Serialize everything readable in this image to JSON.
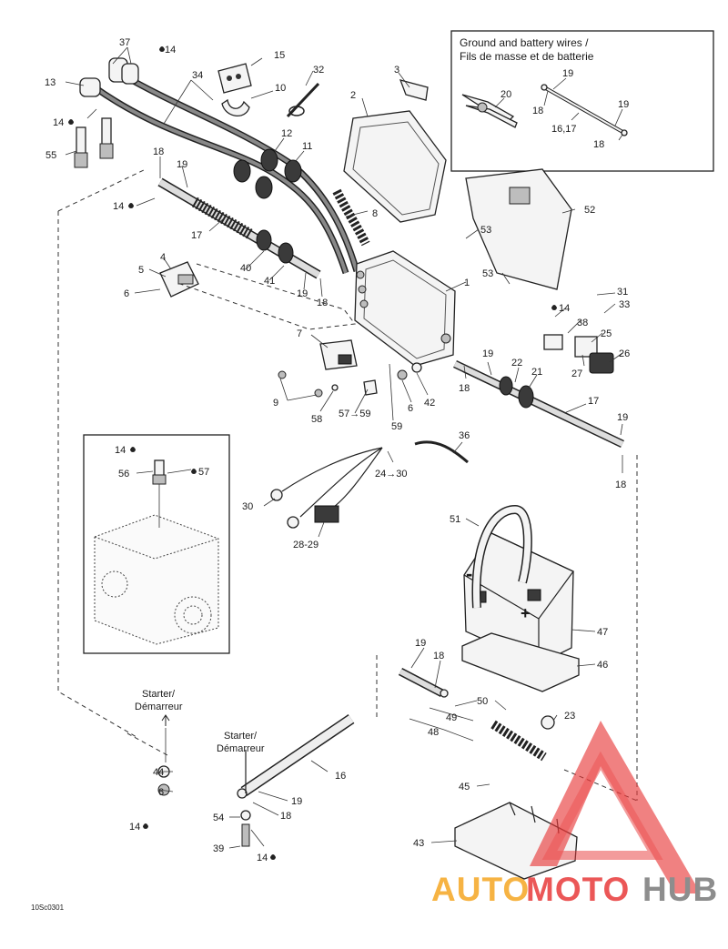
{
  "inset_box": {
    "title_line1": "Ground and battery wires /",
    "title_line2": "Fils de masse et de batterie"
  },
  "starter_labels": {
    "left_line1": "Starter/",
    "left_line2": "Démarreur",
    "right_line1": "Starter/",
    "right_line2": "Démarreur"
  },
  "ranges": {
    "r57_59": "57→59",
    "r24_30": "24→30",
    "r28_29": "28-29",
    "r16_17": "16,17"
  },
  "callouts": {
    "c1": "1",
    "c2": "2",
    "c3": "3",
    "c4": "4",
    "c5": "5",
    "c6a": "6",
    "c6b": "6",
    "c6c": "6",
    "c7": "7",
    "c8": "8",
    "c9": "9",
    "c10": "10",
    "c11": "11",
    "c12": "12",
    "c13": "13",
    "c14a": "14",
    "c14b": "14",
    "c14c": "14",
    "c14d": "14",
    "c14e": "14",
    "c14f": "14",
    "c14g": "14",
    "c14h": "14",
    "c15": "15",
    "c16": "16",
    "c17a": "17",
    "c17b": "17",
    "c18a": "18",
    "c18b": "18",
    "c18c": "18",
    "c18d": "18",
    "c18e": "18",
    "c18f": "18",
    "c18g": "18",
    "c18h": "18",
    "c18i": "18",
    "c19a": "19",
    "c19b": "19",
    "c19c": "19",
    "c19d": "19",
    "c19e": "19",
    "c19f": "19",
    "c19g": "19",
    "c19h": "19",
    "c19i": "19",
    "c20": "20",
    "c21": "21",
    "c22": "22",
    "c23": "23",
    "c25": "25",
    "c26": "26",
    "c27": "27",
    "c30": "30",
    "c31": "31",
    "c32": "32",
    "c33": "33",
    "c34": "34",
    "c36": "36",
    "c37": "37",
    "c38": "38",
    "c39": "39",
    "c40": "40",
    "c41": "41",
    "c42": "42",
    "c43": "43",
    "c44": "44",
    "c45": "45",
    "c46": "46",
    "c47": "47",
    "c48": "48",
    "c49": "49",
    "c50": "50",
    "c51": "51",
    "c52": "52",
    "c53a": "53",
    "c53b": "53",
    "c54": "54",
    "c55": "55",
    "c56": "56",
    "c57": "57",
    "c58": "58",
    "c59": "59"
  },
  "battery_signs": {
    "minus": "-",
    "plus": "+"
  },
  "figure_code": "10Sc0301",
  "watermark": {
    "part1": "AUTO",
    "part2": "MOTO",
    "part3": "HUB",
    "color_orange": "#f5a623",
    "color_red": "#e83a3a",
    "color_gray": "#7a7a7a"
  }
}
